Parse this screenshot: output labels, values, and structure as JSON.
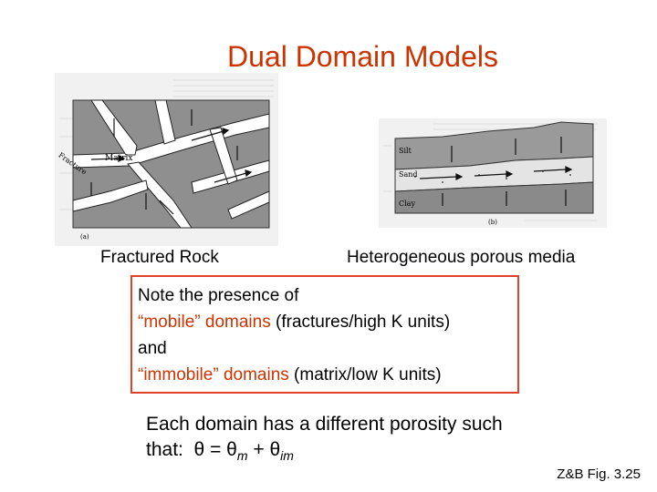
{
  "title": "Dual Domain Models",
  "left_figure": {
    "label_matrix": "Matrix",
    "label_fracture": "Fracture",
    "panel": "(a)"
  },
  "right_figure": {
    "label_silt": "Silt",
    "label_sand": "Sand",
    "label_clay": "Clay",
    "panel": "(b)"
  },
  "captions": {
    "left": "Fractured Rock",
    "right": "Heterogeneous porous media"
  },
  "note": {
    "line1": "Note the presence of",
    "line2_red": "“mobile” domains",
    "line2_rest": " (fractures/high K units)",
    "line3": "and",
    "line4_red": "“immobile” domains",
    "line4_rest": " (matrix/low K units)"
  },
  "porosity": {
    "line1": "Each domain has a different porosity such",
    "prefix": "that:",
    "theta": "θ",
    "equals": " = ",
    "theta_m": "θ",
    "sub_m": "m",
    "plus": " + ",
    "theta_im": "θ",
    "sub_im": "im"
  },
  "reference": "Z&B Fig. 3.25"
}
